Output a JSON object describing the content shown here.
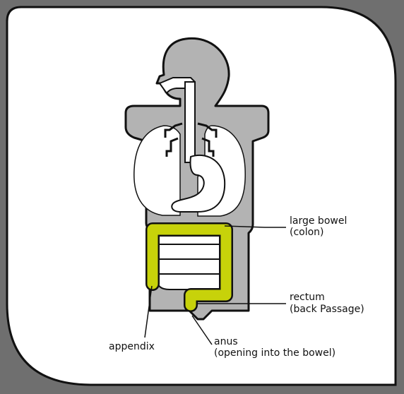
{
  "labels": {
    "large_bowel": "large bowel",
    "large_bowel_sub": "(colon)",
    "rectum": "rectum",
    "rectum_sub": "(back Passage)",
    "appendix": "appendix",
    "anus": "anus",
    "anus_sub": "(opening into the bowel)"
  },
  "colors": {
    "background": "#6f6f6f",
    "panel": "#ffffff",
    "body_fill": "#b3b3b3",
    "organ_fill": "#ffffff",
    "colon": "#c7d20a",
    "outline": "#111111"
  }
}
